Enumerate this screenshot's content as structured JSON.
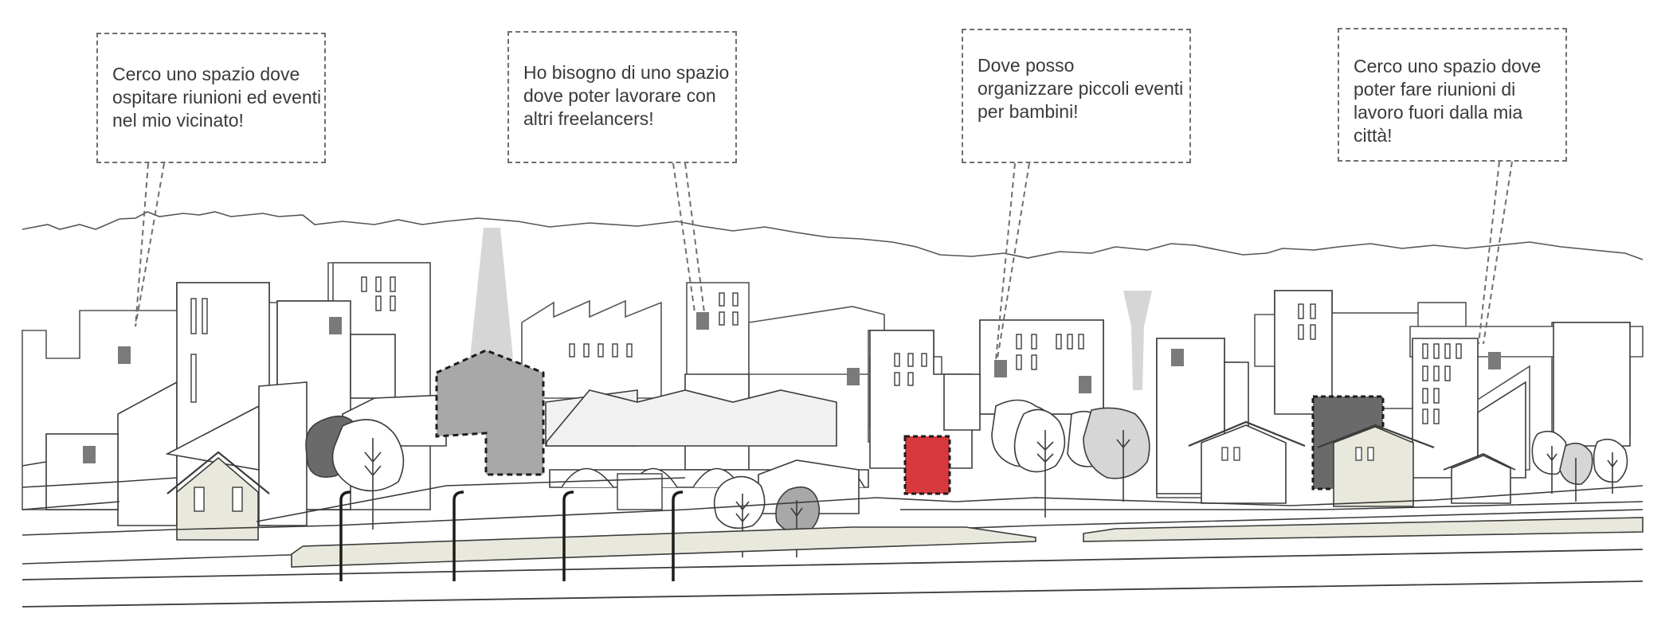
{
  "colors": {
    "line": "#3c3c3c",
    "gray_fill": "#d6d6d6",
    "mid_gray": "#a8a8a8",
    "dark_gray": "#6a6a6a",
    "beige": "#e9e8dc",
    "red": "#d63a3e",
    "window": "#7a7a7a"
  },
  "callouts": [
    {
      "text": "Cerco uno spazio dove\nospitare riunioni ed eventi\nnel mio vicinato!"
    },
    {
      "text": "Ho bisogno di uno spazio\ndove poter lavorare con\naltri freelancers!"
    },
    {
      "text": "Dove posso\norganizzare piccoli eventi\nper bambini!"
    },
    {
      "text": "Cerco uno spazio dove\npoter fare riunioni di\nlavoro fuori dalla mia città!"
    }
  ]
}
